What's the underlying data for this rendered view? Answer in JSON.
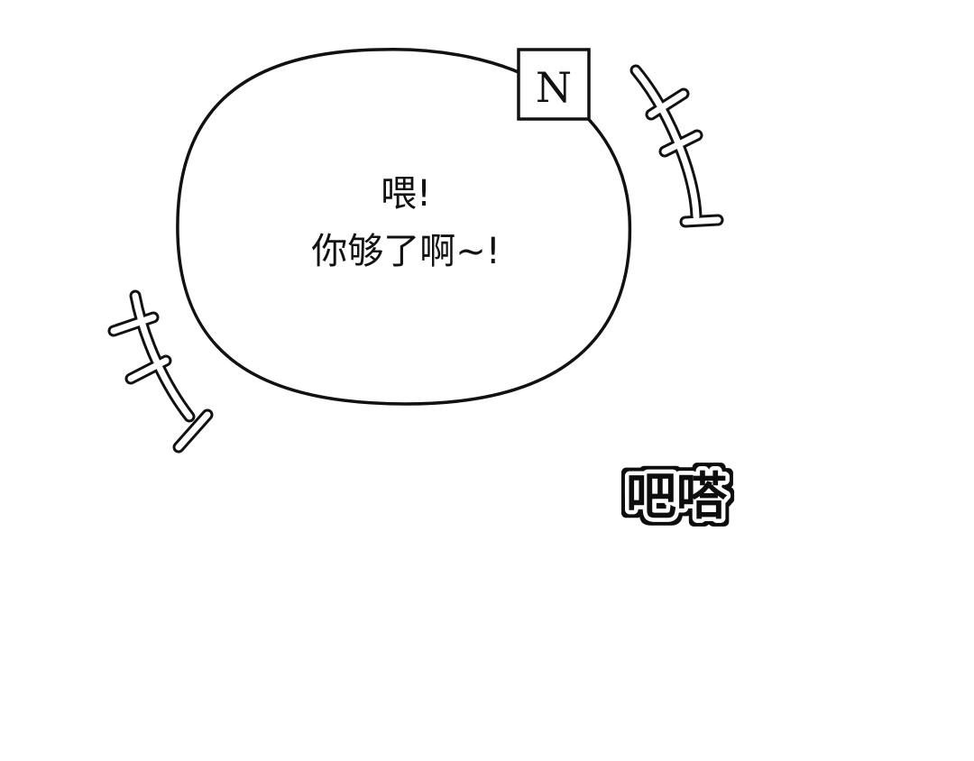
{
  "panel": {
    "speech_bubble": {
      "line1": "喂!",
      "line2": "你够了啊~!"
    },
    "badge": "N",
    "sound_effect": "吧嗒",
    "colors": {
      "ink": "#111111",
      "paper": "#ffffff"
    }
  }
}
